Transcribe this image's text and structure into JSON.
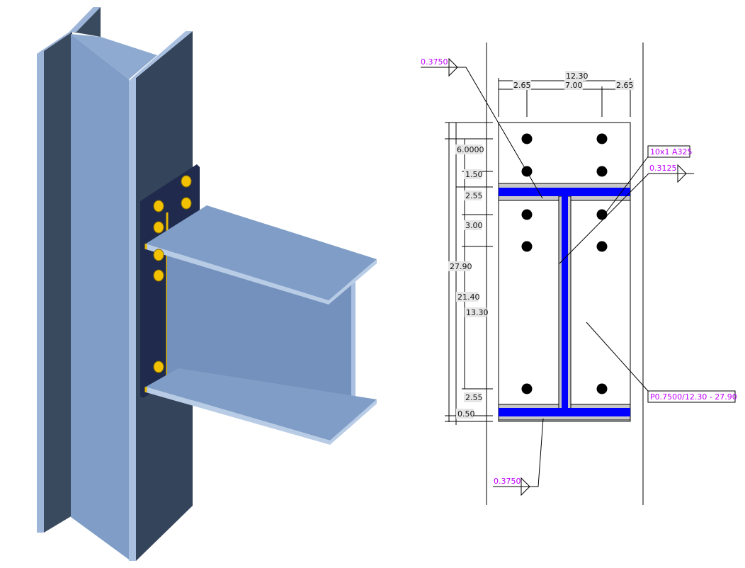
{
  "view_3d": {
    "title": "Column with bolted end plate beam connection",
    "colors": {
      "steel_light": "#7f9dc6",
      "steel_dark": "#3a4a5e",
      "end_plate": "#1f2a4d",
      "bolts": "#f2c200"
    }
  },
  "drawing": {
    "weld_top": "0.3750",
    "weld_bottom": "0.3750",
    "weld_right": "0.3125",
    "bolt_label": "10x1 A325",
    "plate_label": "P0.7500/12.30 - 27.90",
    "horizontal_dims": {
      "overall": "12.30",
      "left_edge": "2.65",
      "gauge": "7.00",
      "right_edge": "2.65"
    },
    "vertical_dims": {
      "d1": "6.0000",
      "d2": "1.50",
      "d3": "2.55",
      "d4": "3.00",
      "overall": "27.90",
      "d5": "21.40",
      "d6": "13.30",
      "d7": "2.55",
      "d8": "0.50"
    },
    "colors": {
      "flange": "#0000ff",
      "weld": "#c8c8c8",
      "annotation": "#c000ff"
    }
  }
}
